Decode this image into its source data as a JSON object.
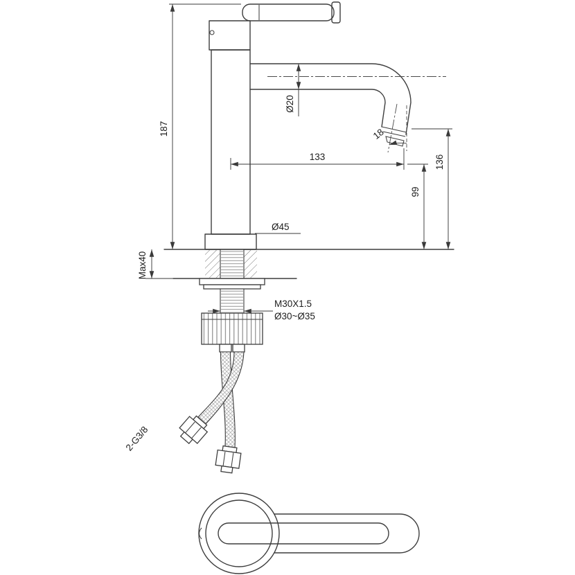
{
  "drawing": {
    "background": "#ffffff",
    "line_color": "#3d3d3d",
    "views": {
      "main": "side elevation with installation section",
      "secondary": "top plan view"
    },
    "labels": {
      "total_height": "187",
      "spout_diameter": "Ø20",
      "spout_angle": "18",
      "spout_reach": "133",
      "outlet_height": "136",
      "clearance_height": "99",
      "base_diameter": "Ø45",
      "max_deck_thickness": "Max40",
      "thread_spec": "M30X1.5",
      "hole_range": "Ø30~Ø35",
      "hose_thread": "2-G3/8"
    }
  }
}
